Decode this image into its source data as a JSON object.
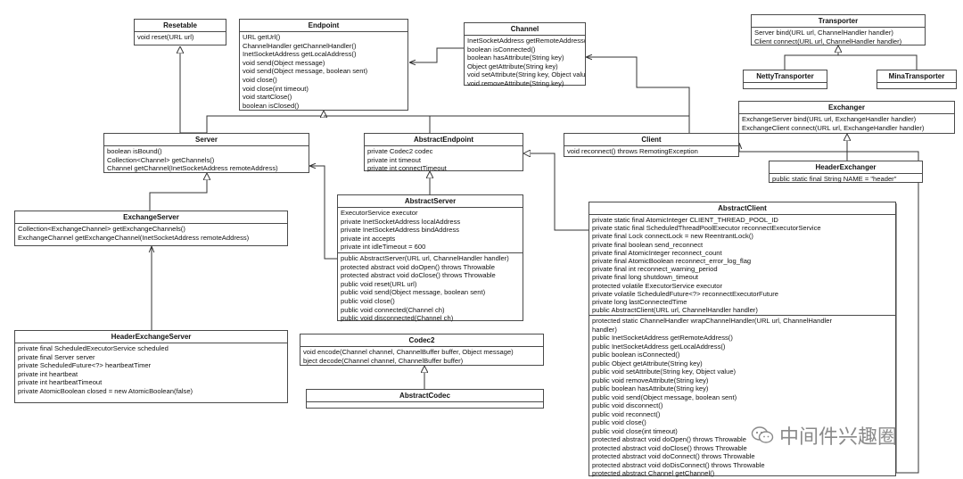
{
  "classes": {
    "resetable": {
      "name": "Resetable",
      "members": [],
      "methods": [
        "void reset(URL url)"
      ]
    },
    "endpoint": {
      "name": "Endpoint",
      "members": [],
      "methods": [
        "URL getUrl()",
        "ChannelHandler getChannelHandler()",
        "InetSocketAddress getLocalAddress()",
        "void send(Object message)",
        "void send(Object message, boolean sent)",
        "void close()",
        "void close(int timeout)",
        "void startClose()",
        "boolean isClosed()"
      ]
    },
    "channel": {
      "name": "Channel",
      "members": [],
      "methods": [
        "InetSocketAddress getRemoteAddress()",
        "boolean isConnected()",
        "boolean hasAttribute(String key)",
        "Object getAttribute(String key)",
        "void setAttribute(String key, Object value)",
        "void removeAttribute(String key)"
      ]
    },
    "transporter": {
      "name": "Transporter",
      "members": [],
      "methods": [
        "Server bind(URL url, ChannelHandler handler)",
        "Client connect(URL url, ChannelHandler handler)"
      ]
    },
    "netty_transporter": {
      "name": "NettyTransporter",
      "members": [],
      "methods": []
    },
    "mina_transporter": {
      "name": "MinaTransporter",
      "members": [],
      "methods": []
    },
    "exchanger": {
      "name": "Exchanger",
      "members": [],
      "methods": [
        "ExchangeServer bind(URL url, ExchangeHandler handler)",
        "ExchangeClient connect(URL url, ExchangeHandler handler)"
      ]
    },
    "header_exchanger": {
      "name": "HeaderExchanger",
      "members": [
        "public static final String NAME = \"header\""
      ],
      "methods": []
    },
    "server": {
      "name": "Server",
      "members": [],
      "methods": [
        "boolean isBound()",
        "Collection<Channel> getChannels()",
        "Channel getChannel(InetSocketAddress remoteAddress)"
      ]
    },
    "abstract_endpoint": {
      "name": "AbstractEndpoint",
      "members": [
        "private Codec2 codec",
        "private int timeout",
        "private int connectTimeout"
      ],
      "methods": []
    },
    "client": {
      "name": "Client",
      "members": [],
      "methods": [
        "void reconnect() throws RemotingException"
      ]
    },
    "exchange_server": {
      "name": "ExchangeServer",
      "members": [],
      "methods": [
        "Collection<ExchangeChannel> getExchangeChannels()",
        "ExchangeChannel getExchangeChannel(InetSocketAddress remoteAddress)"
      ]
    },
    "abstract_server": {
      "name": "AbstractServer",
      "members": [
        "ExecutorService executor",
        "private InetSocketAddress localAddress",
        "private InetSocketAddress bindAddress",
        "private int accepts",
        "private int idleTimeout = 600"
      ],
      "methods": [
        "public AbstractServer(URL url, ChannelHandler handler)",
        "protected abstract void doOpen() throws Throwable",
        "protected abstract void doClose() throws Throwable",
        "public void reset(URL url)",
        "public void send(Object message, boolean sent)",
        "public void close()",
        "public void connected(Channel ch)",
        "public void disconnected(Channel ch)"
      ]
    },
    "abstract_client": {
      "name": "AbstractClient",
      "members": [
        "private static final AtomicInteger CLIENT_THREAD_POOL_ID",
        "private static final ScheduledThreadPoolExecutor reconnectExecutorService",
        "private final Lock connectLock = new ReentrantLock()",
        "private final boolean send_reconnect",
        "private final AtomicInteger reconnect_count",
        "private final AtomicBoolean reconnect_error_log_flag",
        "private final int reconnect_warning_period",
        "private final long shutdown_timeout",
        "protected volatile ExecutorService executor",
        "private volatile ScheduledFuture<?> reconnectExecutorFuture",
        "private long lastConnectedTime",
        "public AbstractClient(URL url, ChannelHandler handler)"
      ],
      "methods": [
        "protected static ChannelHandler wrapChannelHandler(URL url, ChannelHandler",
        "handler)",
        "public InetSocketAddress getRemoteAddress()",
        "public InetSocketAddress getLocalAddress()",
        "public boolean isConnected()",
        "public Object getAttribute(String key)",
        "public void setAttribute(String key, Object value)",
        "public void removeAttribute(String key)",
        "public boolean hasAttribute(String key)",
        "public void send(Object message, boolean sent)",
        "public void disconnect()",
        "public void reconnect()",
        "public void close()",
        "public void close(int timeout)",
        "protected abstract void doOpen() throws Throwable",
        "protected abstract void doClose() throws Throwable",
        "protected abstract void doConnect() throws Throwable",
        "protected abstract void doDisConnect() throws Throwable",
        "protected abstract Channel getChannel()"
      ]
    },
    "header_exchange_server": {
      "name": "HeaderExchangeServer",
      "members": [
        "private final ScheduledExecutorService scheduled",
        "private final Server server",
        " private ScheduledFuture<?> heartbeatTimer",
        "private int heartbeat",
        "private int heartbeatTimeout",
        "private AtomicBoolean closed = new AtomicBoolean(false)"
      ],
      "methods": []
    },
    "codec2": {
      "name": "Codec2",
      "members": [],
      "methods": [
        "void encode(Channel channel, ChannelBuffer buffer, Object message)",
        "bject decode(Channel channel, ChannelBuffer buffer)"
      ]
    },
    "abstract_codec": {
      "name": "AbstractCodec",
      "members": [],
      "methods": []
    }
  },
  "watermark": {
    "text": "中间件兴趣圈",
    "icon": "wechat-icon"
  },
  "colors": {
    "line": "#333333",
    "border": "#4a4a4a",
    "watermark": "#8a8a8a"
  }
}
